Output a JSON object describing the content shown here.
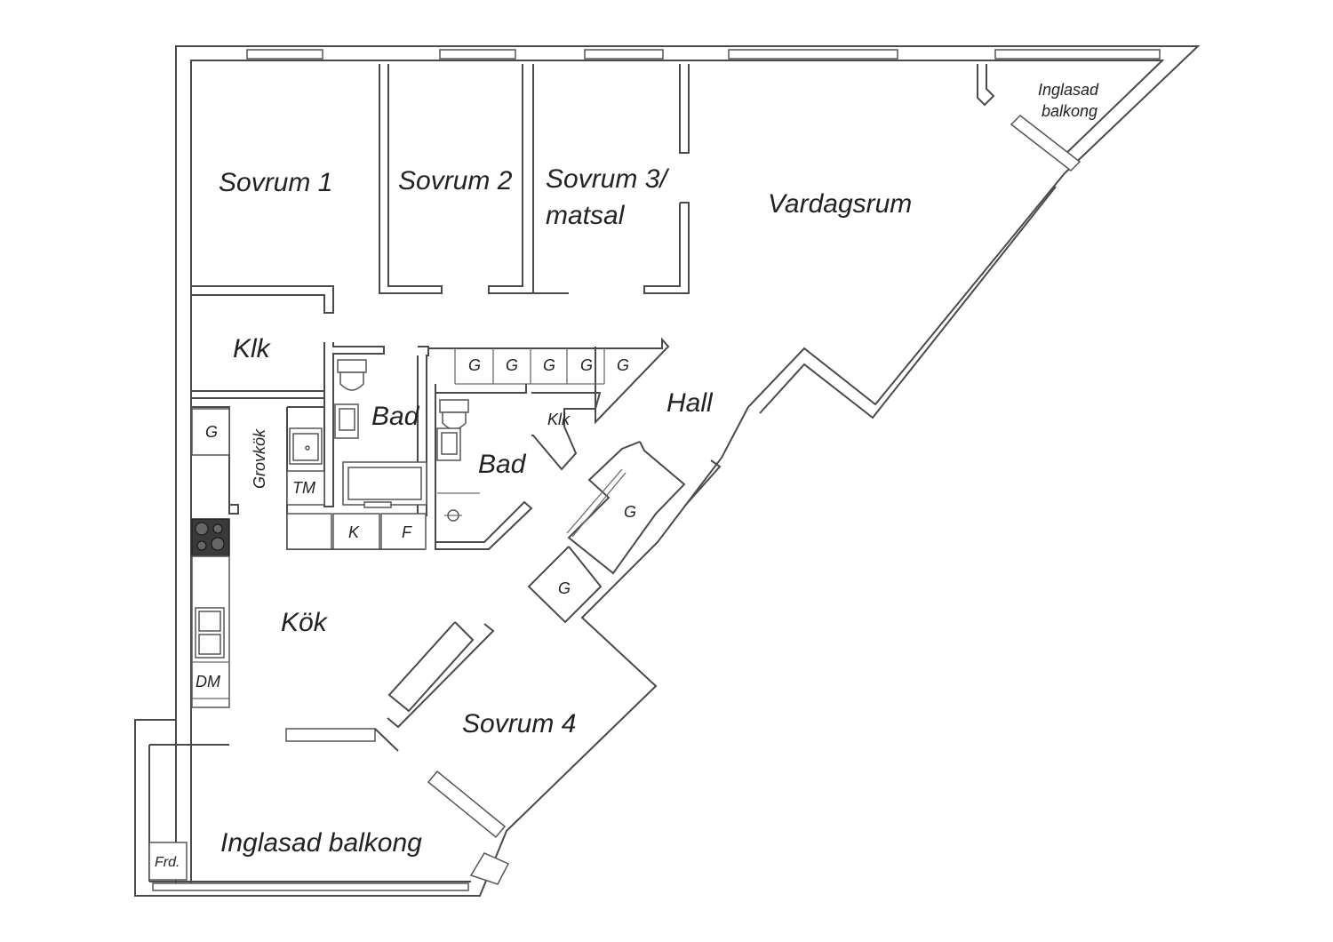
{
  "rooms": {
    "sovrum1": "Sovrum 1",
    "sovrum2": "Sovrum 2",
    "sovrum3_line1": "Sovrum 3/",
    "sovrum3_line2": "matsal",
    "vardagsrum": "Vardagsrum",
    "balkong_top_line1": "Inglasad",
    "balkong_top_line2": "balkong",
    "klk_left": "Klk",
    "bad1": "Bad",
    "bad2": "Bad",
    "klk_small": "Klk",
    "hall": "Hall",
    "grovkok": "Grovkök",
    "kok": "Kök",
    "sovrum4": "Sovrum 4",
    "balkong_bottom": "Inglasad balkong"
  },
  "fixtures": {
    "g_closets_top": [
      "G",
      "G",
      "G",
      "G",
      "G"
    ],
    "g_grovkok": "G",
    "g_hall_right": "G",
    "g_hall_lower": "G",
    "tm": "TM",
    "k": "K",
    "f": "F",
    "dm": "DM",
    "frd": "Frd."
  },
  "colors": {
    "walls": "#4a4a4a",
    "text": "#222222",
    "background": "#ffffff"
  }
}
